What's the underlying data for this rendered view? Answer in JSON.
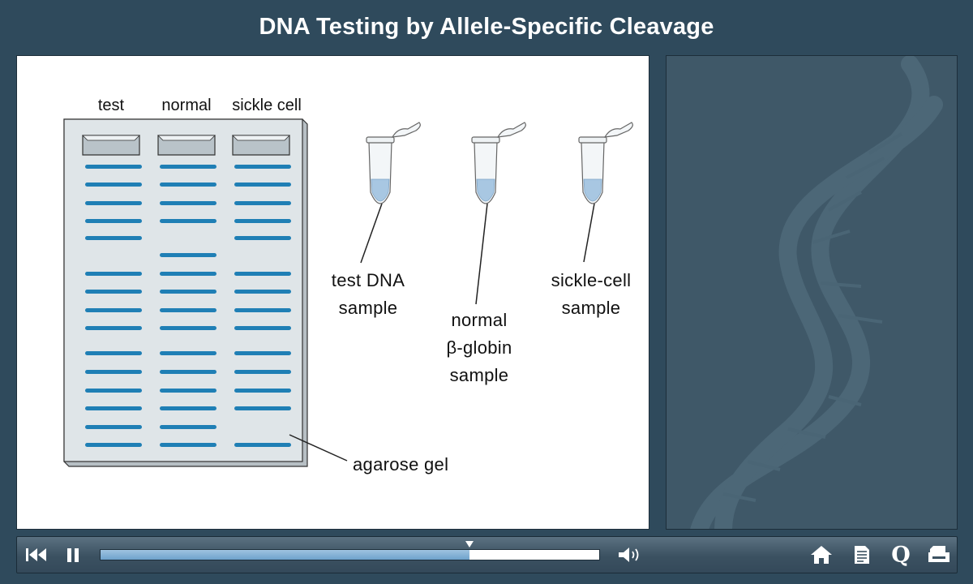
{
  "title": "DNA Testing by Allele-Specific Cleavage",
  "gel": {
    "lanes": [
      "test",
      "normal",
      "sickle cell"
    ],
    "label": "agarose gel"
  },
  "tubes": [
    {
      "label_lines": [
        "test DNA",
        "sample"
      ]
    },
    {
      "label_lines": [
        "normal",
        "β-globin",
        "sample"
      ]
    },
    {
      "label_lines": [
        "sickle-cell",
        "sample"
      ]
    }
  ],
  "player": {
    "progress": 0.74,
    "controls": [
      "rewind-to-start",
      "pause",
      "volume",
      "home",
      "notes",
      "quiz",
      "print"
    ],
    "quiz_glyph": "Q"
  },
  "colors": {
    "background": "#2f4a5c",
    "band": "#1f7fb5",
    "progress_fill": "#7eb0d8",
    "side_panel": "#3f5868"
  }
}
